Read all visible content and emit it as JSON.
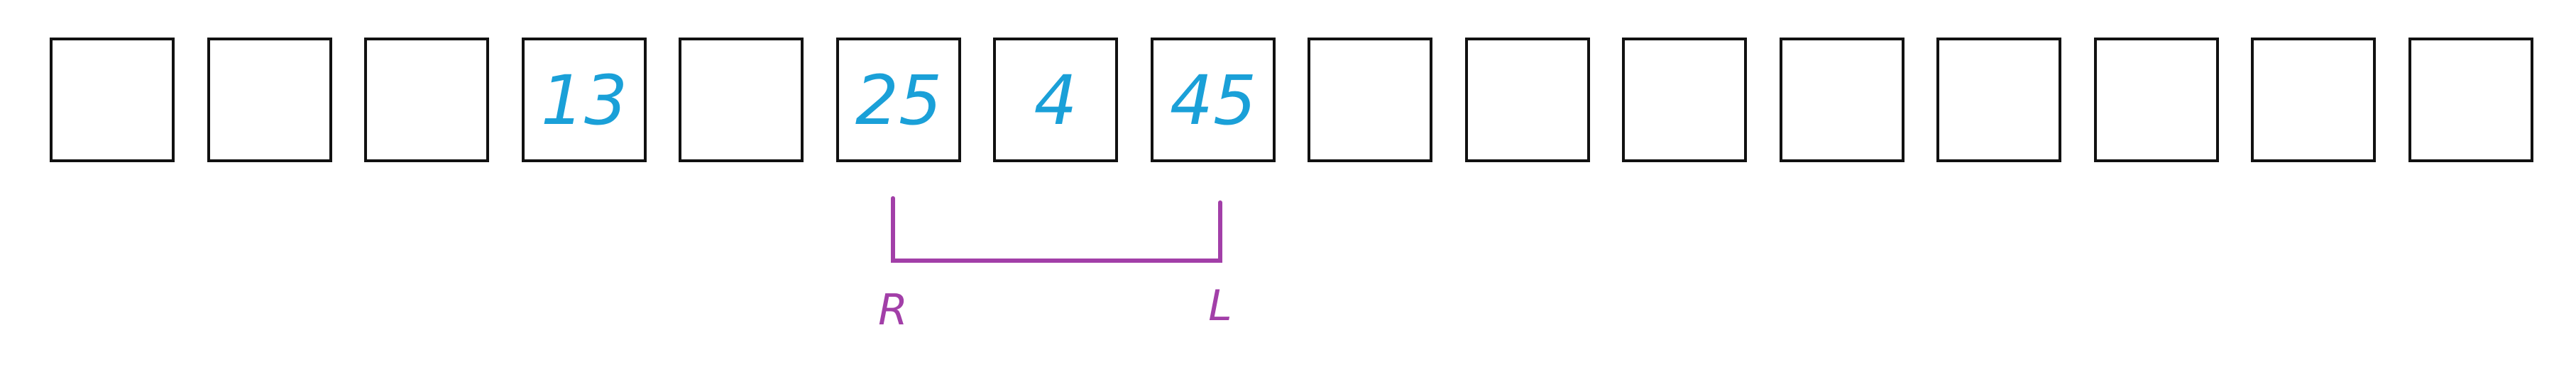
{
  "array": {
    "cells": [
      "",
      "",
      "",
      "13",
      "",
      "25",
      "4",
      "45",
      "",
      "",
      "",
      "",
      "",
      "",
      "",
      ""
    ]
  },
  "pointers": {
    "left_label": "R",
    "right_label": "L",
    "left_index": 5,
    "right_index": 7
  },
  "colors": {
    "cell_border": "#111111",
    "cell_text": "#1aa0d8",
    "pointer": "#a23fa8"
  }
}
